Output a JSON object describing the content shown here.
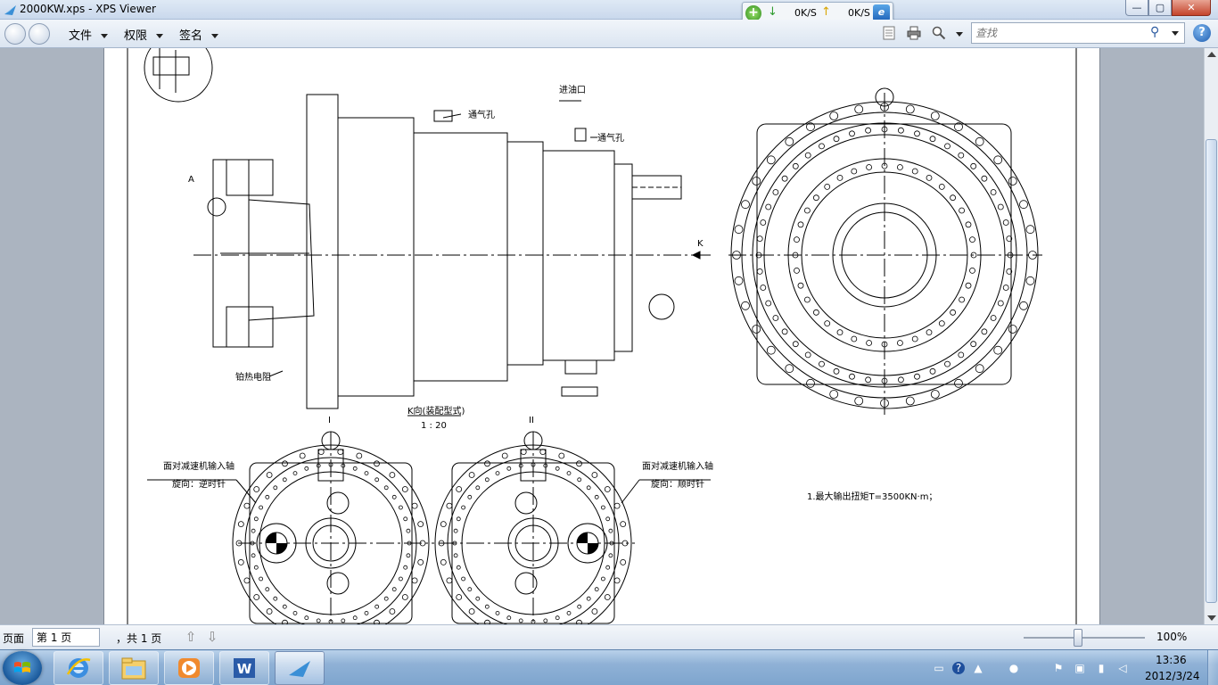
{
  "window": {
    "title": "2000KW.xps - XPS Viewer",
    "controls": {
      "minimize": "—",
      "maximize": "▢",
      "close": "✕"
    }
  },
  "speed_widget": {
    "download": "0K/S",
    "upload": "0K/S",
    "icons": [
      "plus-icon",
      "download-arrow-icon",
      "upload-arrow-icon",
      "ie-icon"
    ]
  },
  "toolbar": {
    "menus": [
      {
        "label": "文件"
      },
      {
        "label": "权限"
      },
      {
        "label": "签名"
      }
    ],
    "search": {
      "placeholder": "查找",
      "value": ""
    },
    "help_label": "?"
  },
  "drawing": {
    "labels": {
      "inlet": "进油口",
      "vent1": "通气孔",
      "vent2": "通气孔",
      "detail_a": "A",
      "k_arrow": "K",
      "resistor": "铂热电阻",
      "k_view": "K向(装配型式)",
      "k_scale": "1 : 20",
      "view1": "I",
      "view2": "II",
      "left_note1": "面对减速机输入轴",
      "left_note2": "旋向：逆时针",
      "right_note1": "面对减速机输入轴",
      "right_note2": "旋向：顺时针",
      "note": "1.最大输出扭矩T=3500KN·m；"
    }
  },
  "status": {
    "page_label": "页面",
    "page_value": "第 1 页",
    "total": "，共 1 页",
    "zoom": "100%",
    "zoom_fraction": 0.45
  },
  "taskbar": {
    "apps": [
      "ie-icon",
      "explorer-icon",
      "media-player-icon",
      "word-icon",
      "xps-viewer-icon"
    ],
    "clock_time": "13:36",
    "clock_date": "2012/3/24"
  }
}
